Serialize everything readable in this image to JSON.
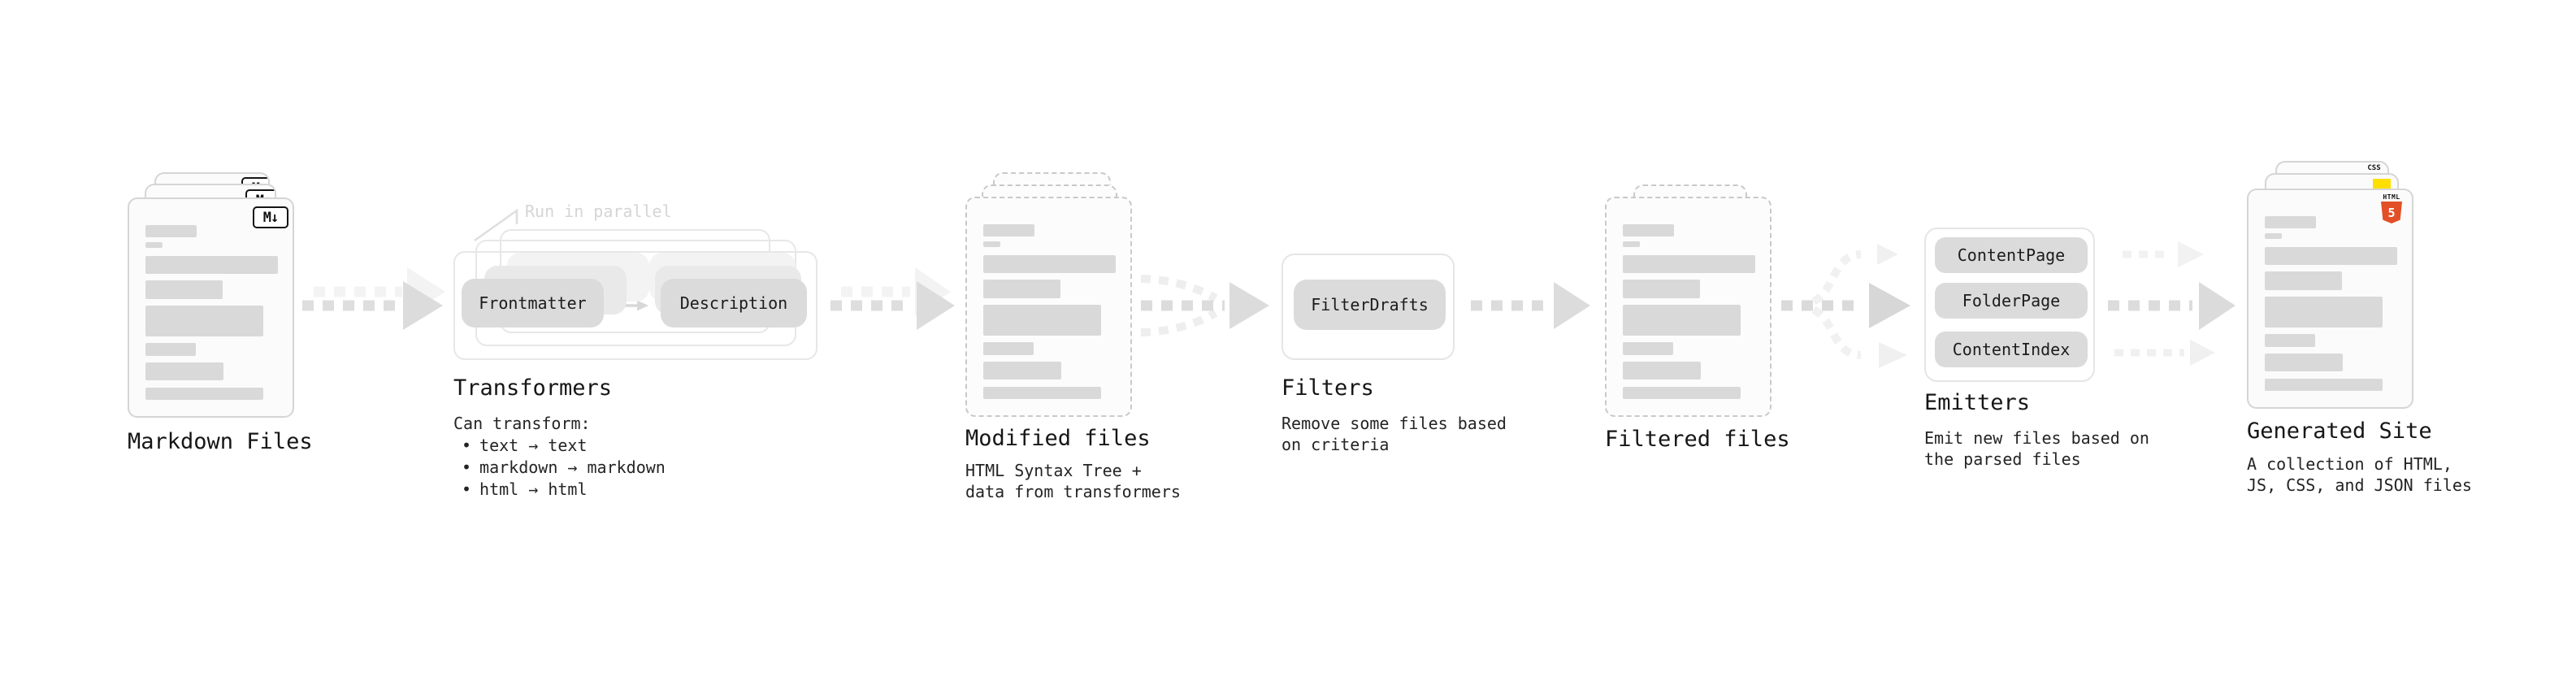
{
  "diagram": {
    "markdown_files": {
      "title": "Markdown Files",
      "badge": "M↓"
    },
    "transformers": {
      "title": "Transformers",
      "note": "Run in parallel",
      "nodes": {
        "frontmatter": "Frontmatter",
        "description": "Description"
      },
      "desc_heading": "Can transform:",
      "bullet": "•",
      "items": [
        "text → text",
        "markdown → markdown",
        "html → html"
      ]
    },
    "modified_files": {
      "title": "Modified files",
      "desc1": "HTML Syntax Tree +",
      "desc2": "data from transformers"
    },
    "filters": {
      "title": "Filters",
      "nodes": {
        "filter_drafts": "FilterDrafts"
      },
      "desc1": "Remove some files based",
      "desc2": "on criteria"
    },
    "filtered_files": {
      "title": "Filtered files"
    },
    "emitters": {
      "title": "Emitters",
      "nodes": {
        "content_page": "ContentPage",
        "folder_page": "FolderPage",
        "content_index": "ContentIndex"
      },
      "desc1": "Emit new files based on",
      "desc2": "the parsed files"
    },
    "generated_site": {
      "title": "Generated Site",
      "desc1": "A collection of HTML,",
      "desc2": "JS, CSS, and JSON files",
      "badges": {
        "css": "CSS",
        "html": "HTML",
        "html5": "5"
      }
    }
  },
  "colors": {
    "accent_html5": "#e34f26",
    "accent_js": "#ffdf00",
    "accent_css": "#2862e9",
    "bar": "#d9d9d9",
    "node_fill": "#dbdbdb",
    "arrow": "#dcdcdc",
    "arrow_ghost": "#f2f2f2"
  }
}
